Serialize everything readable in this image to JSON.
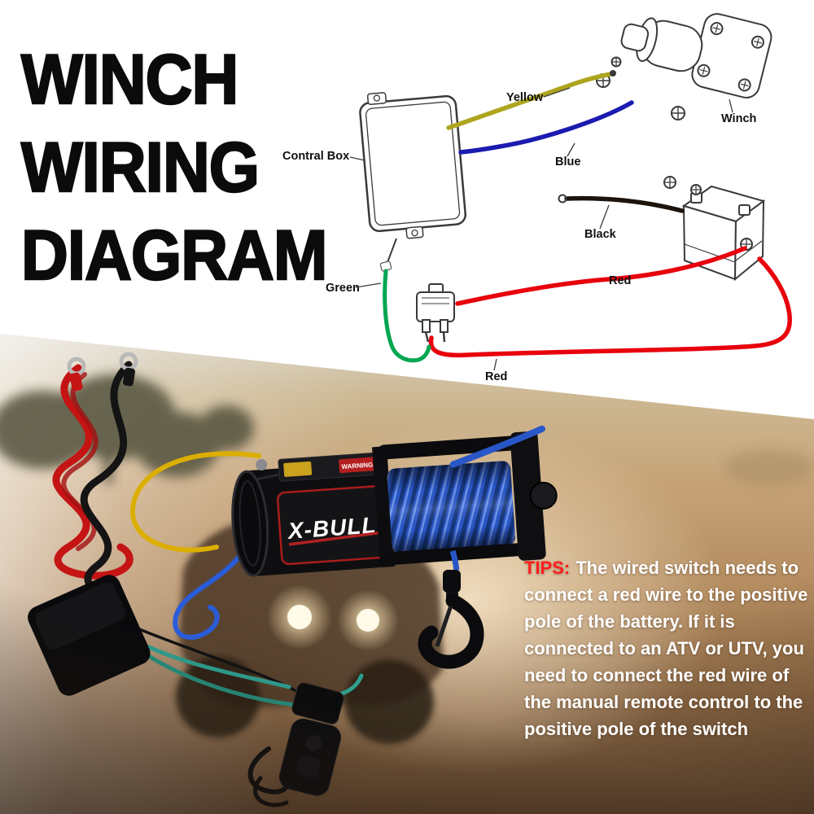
{
  "title": {
    "line1": "WINCH",
    "line2": "WIRING",
    "line3": "DIAGRAM"
  },
  "diagram": {
    "labels": {
      "control_box": "Contral Box",
      "winch": "Winch",
      "yellow": "Yellow",
      "blue": "Blue",
      "black": "Black",
      "red_top": "Red",
      "green": "Green",
      "red_bottom": "Red"
    },
    "colors": {
      "yellow": "#ada51e",
      "blue": "#1b1bb0",
      "black": "#1c140c",
      "red": "#e8000d",
      "green": "#00a651",
      "outline": "#3a3a3a"
    }
  },
  "product": {
    "brand": "X-BULL",
    "warning": "WARNING",
    "rope_color": "#2a57c8"
  },
  "tips": {
    "label": "TIPS:",
    "body": "The wired switch needs to connect a red wire to the positive pole of the battery.  If it is connected to an ATV or UTV, you need to connect the red wire of the manual remote control to the positive pole of the switch",
    "label_color": "#ff1e1e",
    "text_color": "#ffffff"
  }
}
